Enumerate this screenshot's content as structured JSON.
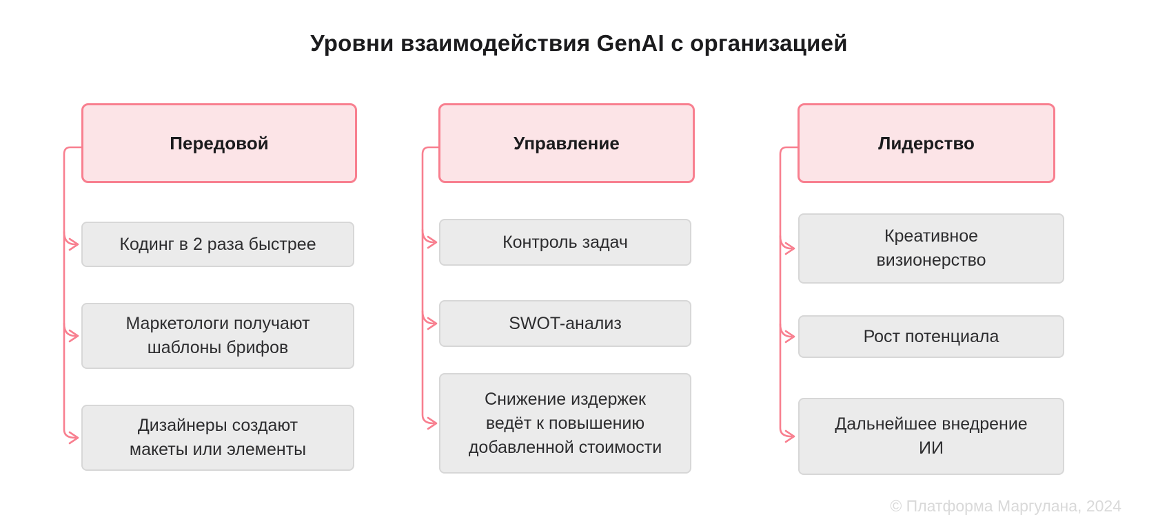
{
  "title": "Уровни взаимодействия GenAI с организацией",
  "footer": "© Платформа Маргулана, 2024",
  "colors": {
    "accent_pink": "#f87f8f",
    "header_fill": "#fce4e7",
    "item_fill": "#ebebeb",
    "item_border": "#d7d7d7",
    "text_dark": "#1b1b1d",
    "footer_gray": "#d9d9d9"
  },
  "columns": [
    {
      "header": "Передовой",
      "items": [
        "Кодинг в 2 раза быстрее",
        "Маркетологи получают\nшаблоны брифов",
        "Дизайнеры создают\nмакеты или элементы"
      ]
    },
    {
      "header": "Управление",
      "items": [
        "Контроль задач",
        "SWOT-анализ",
        "Снижение издержек\nведёт к повышению\nдобавленной стоимости"
      ]
    },
    {
      "header": "Лидерство",
      "items": [
        "Креативное\nвизионерство",
        "Рост потенциала",
        "Дальнейшее внедрение\nИИ"
      ]
    }
  ]
}
